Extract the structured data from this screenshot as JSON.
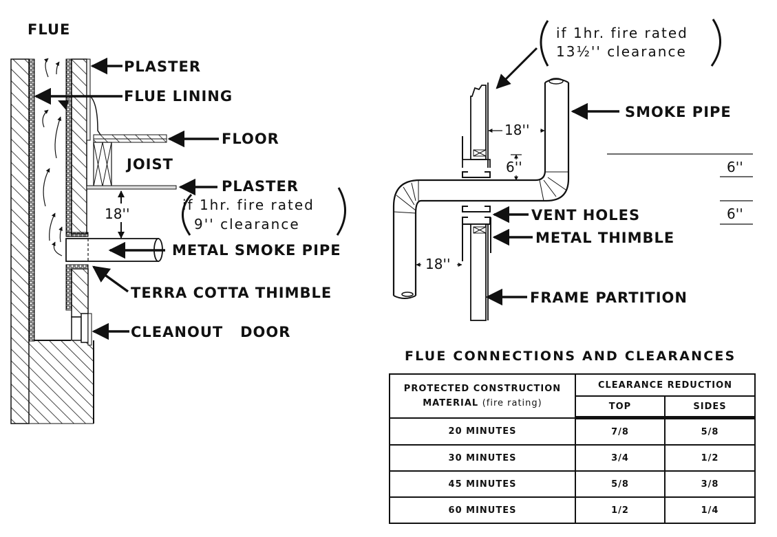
{
  "left_diagram": {
    "labels": {
      "flue": "FLUE",
      "plaster_top": "PLASTER",
      "flue_lining": "FLUE LINING",
      "floor": "FLOOR",
      "joist": "JOIST",
      "plaster_bottom": "PLASTER",
      "plaster_note_line1": "if 1hr. fire rated",
      "plaster_note_line2": "9'' clearance",
      "clearance_18": "18''",
      "metal_smoke_pipe": "METAL SMOKE PIPE",
      "terra_cotta_thimble": "TERRA COTTA THIMBLE",
      "cleanout_door": "CLEANOUT   DOOR"
    }
  },
  "right_diagram": {
    "labels": {
      "note_line1": "if 1hr. fire rated",
      "note_line2": "13½'' clearance",
      "smoke_pipe": "SMOKE PIPE",
      "clearance_18_top": "18''",
      "clearance_6_left": "6''",
      "clearance_6_right_top": "6''",
      "clearance_6_right_bottom": "6''",
      "vent_holes": "VENT HOLES",
      "metal_thimble": "METAL THIMBLE",
      "clearance_18_bottom": "18''",
      "frame_partition": "FRAME PARTITION"
    }
  },
  "table": {
    "title": "FLUE CONNECTIONS AND CLEARANCES",
    "header": {
      "material_line1": "PROTECTED CONSTRUCTION",
      "material_line2": "MATERIAL",
      "material_fire_rating": "(fire rating)",
      "clearance_reduction": "CLEARANCE REDUCTION",
      "top": "TOP",
      "sides": "SIDES"
    },
    "rows": [
      {
        "material": "20 MINUTES",
        "top": "7/8",
        "sides": "5/8"
      },
      {
        "material": "30 MINUTES",
        "top": "3/4",
        "sides": "1/2"
      },
      {
        "material": "45 MINUTES",
        "top": "5/8",
        "sides": "3/8"
      },
      {
        "material": "60 MINUTES",
        "top": "1/2",
        "sides": "1/4"
      }
    ]
  }
}
